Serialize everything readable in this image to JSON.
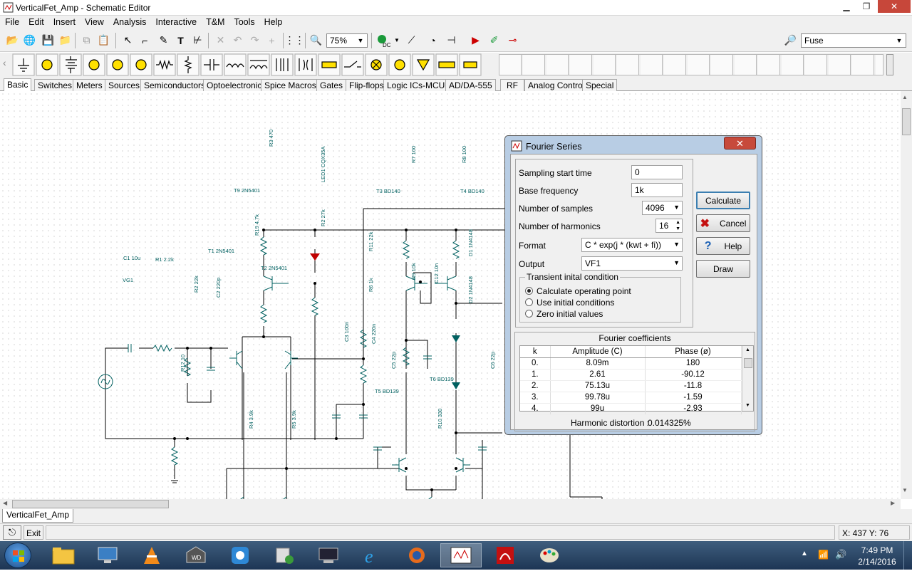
{
  "window": {
    "title": "VerticalFet_Amp - Schematic Editor"
  },
  "menu": [
    "File",
    "Edit",
    "Insert",
    "View",
    "Analysis",
    "Interactive",
    "T&M",
    "Tools",
    "Help"
  ],
  "toolbar": {
    "zoom": "75%",
    "search_value": "Fuse"
  },
  "component_tabs": [
    "Basic",
    "Switches",
    "Meters",
    "Sources",
    "Semiconductors",
    "Optoelectronic",
    "Spice Macros",
    "Gates",
    "Flip-flops",
    "Logic ICs-MCUs",
    "AD/DA-555",
    "RF",
    "Analog Control",
    "Special"
  ],
  "active_tab": "Basic",
  "schematic": {
    "labels": {
      "r3": "R3 470",
      "led1": "LED1 CQX35A",
      "t9": "T9 2N5401",
      "r2": "R2 27k",
      "r19": "R19 4.7k",
      "t1": "T1 2N5401",
      "t2": "T2 2N5401",
      "c1": "C1 10u",
      "r1": "R1 2.2k",
      "vg1": "VG1",
      "r22": "R2 22k",
      "c2": "C2 220p",
      "r12": "R12 10",
      "r4": "R4 3.9k",
      "r5": "R5 3.9k",
      "r11": "R11 22k",
      "r6": "R6 1k",
      "c3": "C3 100n",
      "c4": "C4 220n",
      "r7": "R7 100",
      "r8": "R8 100",
      "t3": "T3 BD140",
      "t4": "T4 BD140",
      "r9": "R9 10k",
      "c12": "C12 10n",
      "d1": "D1 1N4148",
      "d2": "D2 1N4148",
      "c5": "C5 22p",
      "c6": "C6 22p",
      "t5": "T5 BD139",
      "t6": "T6 BD139",
      "r10": "R10 330"
    }
  },
  "dialog": {
    "title": "Fourier Series",
    "fields": {
      "sampling_start_time": {
        "label": "Sampling start time",
        "value": "0"
      },
      "base_frequency": {
        "label": "Base frequency",
        "value": "1k"
      },
      "number_of_samples": {
        "label": "Number of samples",
        "value": "4096"
      },
      "number_of_harmonics": {
        "label": "Number of harmonics",
        "value": "16"
      },
      "format": {
        "label": "Format",
        "value": "C * exp(j * (kwt + fi))"
      },
      "output": {
        "label": "Output",
        "value": "VF1"
      }
    },
    "buttons": {
      "calculate": "Calculate",
      "cancel": "Cancel",
      "help": "Help",
      "draw": "Draw"
    },
    "transient": {
      "legend": "Transient inital condition",
      "options": [
        "Calculate operating point",
        "Use initial conditions",
        "Zero initial values"
      ],
      "selected": 0
    },
    "coefficients": {
      "title": "Fourier coefficients",
      "headers": [
        "k",
        "Amplitude (C)",
        "Phase (ø)"
      ],
      "rows": [
        [
          "0.",
          "8.09m",
          "180"
        ],
        [
          "1.",
          "2.61",
          "-90.12"
        ],
        [
          "2.",
          "75.13u",
          "-11.8"
        ],
        [
          "3.",
          "99.78u",
          "-1.59"
        ],
        [
          "4.",
          "99u",
          "-2.93"
        ]
      ]
    },
    "distortion_label": "Harmonic distortion :",
    "distortion_value": "0.014325%"
  },
  "document_tab": "VerticalFet_Amp",
  "status": {
    "exit_label": "Exit",
    "coords": "X: 437  Y: 76"
  },
  "taskbar": {
    "time": "7:49 PM",
    "date": "2/14/2016"
  }
}
